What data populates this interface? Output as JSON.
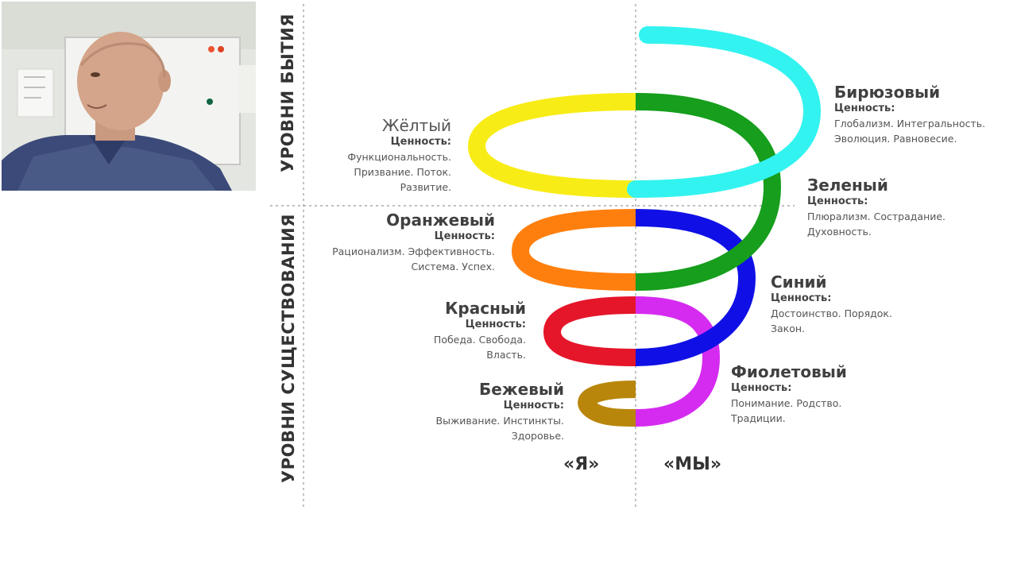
{
  "axes": {
    "upper_label": "УРОВНИ БЫТИЯ",
    "lower_label": "УРОВНИ СУЩЕСТВОВАНИЯ",
    "left_pronoun": "«Я»",
    "right_pronoun": "«МЫ»"
  },
  "value_label": "Ценность:",
  "levels": {
    "turquoise": {
      "name": "Бирюзовый",
      "color": "#33f3f0",
      "desc1": "Глобализм. Интегральность.",
      "desc2": "Эволюция. Равновесие."
    },
    "yellow": {
      "name": "Жёлтый",
      "color": "#f8ec17",
      "desc1": "Функциональность.",
      "desc2": "Призвание. Поток.",
      "desc3": "Развитие."
    },
    "green": {
      "name": "Зеленый",
      "color": "#169e1c",
      "desc1": "Плюрализм. Сострадание.",
      "desc2": "Духовность."
    },
    "orange": {
      "name": "Оранжевый",
      "color": "#ff7f0e",
      "desc1": "Рационализм. Эффективность.",
      "desc2": "Система. Успех."
    },
    "blue": {
      "name": "Синий",
      "color": "#1010e6",
      "desc1": "Достоинство. Порядок.",
      "desc2": "Закон."
    },
    "red": {
      "name": "Красный",
      "color": "#e5162a",
      "desc1": "Победа. Свобода.",
      "desc2": "Власть."
    },
    "purple": {
      "name": "Фиолетовый",
      "color": "#d52bf0",
      "desc1": "Понимание. Родство.",
      "desc2": "Традиции."
    },
    "beige": {
      "name": "Бежевый",
      "color": "#b8860b",
      "desc1": "Выживание. Инстинкты.",
      "desc2": "Здоровье."
    }
  }
}
